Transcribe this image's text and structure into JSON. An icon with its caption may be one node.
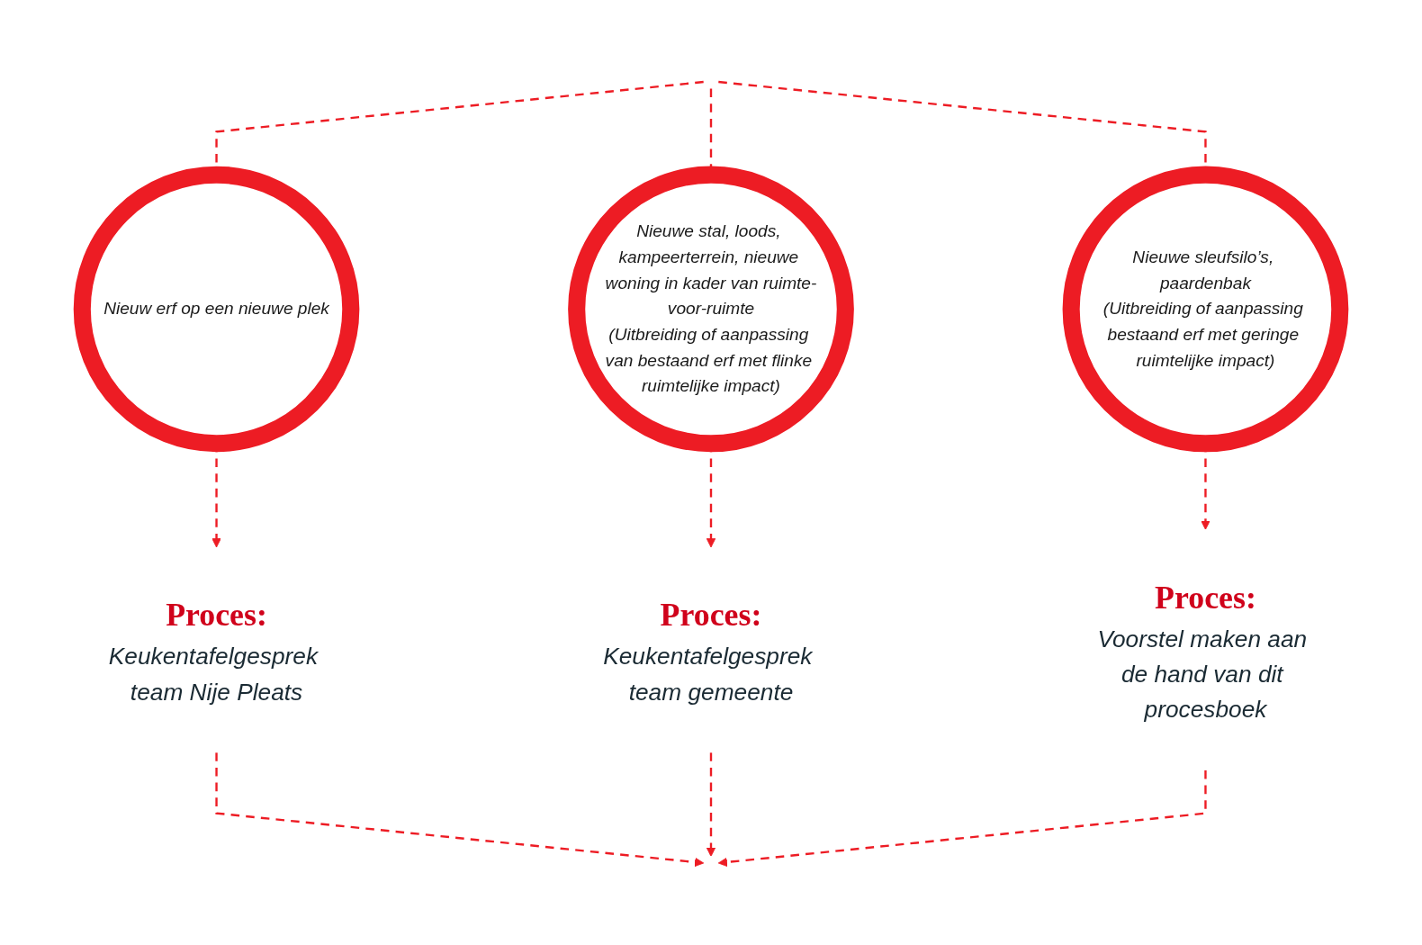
{
  "diagram": {
    "nodes": [
      {
        "text": [
          "Nieuw erf op een nieuwe plek"
        ]
      },
      {
        "text": [
          "Nieuwe stal, loods, kampeerterrein, nieuwe woning in kader van ruimte-voor-ruimte",
          "(Uitbreiding of aanpassing van bestaand erf met flinke ruimtelijke impact)"
        ]
      },
      {
        "text": [
          "Nieuwe sleufsilo’s, paardenbak",
          "(Uitbreiding of aanpassing bestaand erf met geringe ruimtelijke impact)"
        ]
      },
      {
        "text": [
          "Proces:",
          "Keukentafelgesprek team Nije Pleats"
        ]
      },
      {
        "text": [
          "Proces:",
          "Keukentafelgesprek team gemeente"
        ]
      },
      {
        "text": [
          "Proces:",
          "Voorstel maken aan de hand van dit procesboek"
        ]
      }
    ],
    "edges": [
      {
        "from": null,
        "to": 0,
        "arrow": "none",
        "style": "dashed"
      },
      {
        "from": null,
        "to": 1,
        "arrow": "none",
        "style": "dashed"
      },
      {
        "from": null,
        "to": 2,
        "arrow": "none",
        "style": "dashed"
      },
      {
        "from": 0,
        "to": 3,
        "arrow": "to",
        "style": "dashed"
      },
      {
        "from": 1,
        "to": 4,
        "arrow": "to",
        "style": "dashed"
      },
      {
        "from": 2,
        "to": 5,
        "arrow": "to",
        "style": "dashed"
      },
      {
        "from": 3,
        "to": null,
        "arrow": "to",
        "style": "dashed"
      },
      {
        "from": 4,
        "to": null,
        "arrow": "to",
        "style": "dashed"
      },
      {
        "from": 5,
        "to": null,
        "arrow": "to",
        "style": "dashed"
      }
    ]
  }
}
